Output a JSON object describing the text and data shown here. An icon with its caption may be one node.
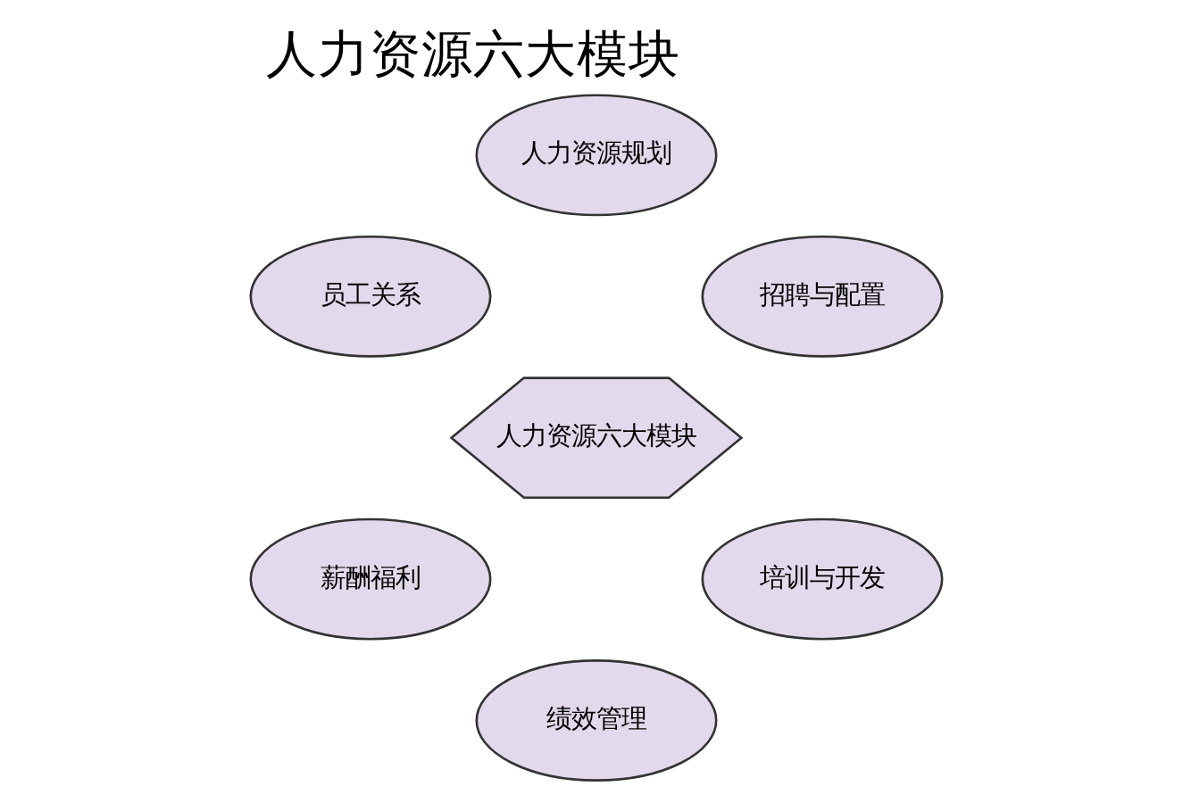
{
  "diagram": {
    "title": "人力资源六大模块",
    "nodes": [
      {
        "text": [
          "人力资源规划"
        ]
      },
      {
        "text": [
          "招聘与配置"
        ]
      },
      {
        "text": [
          "员工关系"
        ]
      },
      {
        "text": [
          "人力资源六大模块"
        ]
      },
      {
        "text": [
          "培训与开发"
        ]
      },
      {
        "text": [
          "薪酬福利"
        ]
      },
      {
        "text": [
          "绩效管理"
        ]
      }
    ],
    "edges": []
  }
}
